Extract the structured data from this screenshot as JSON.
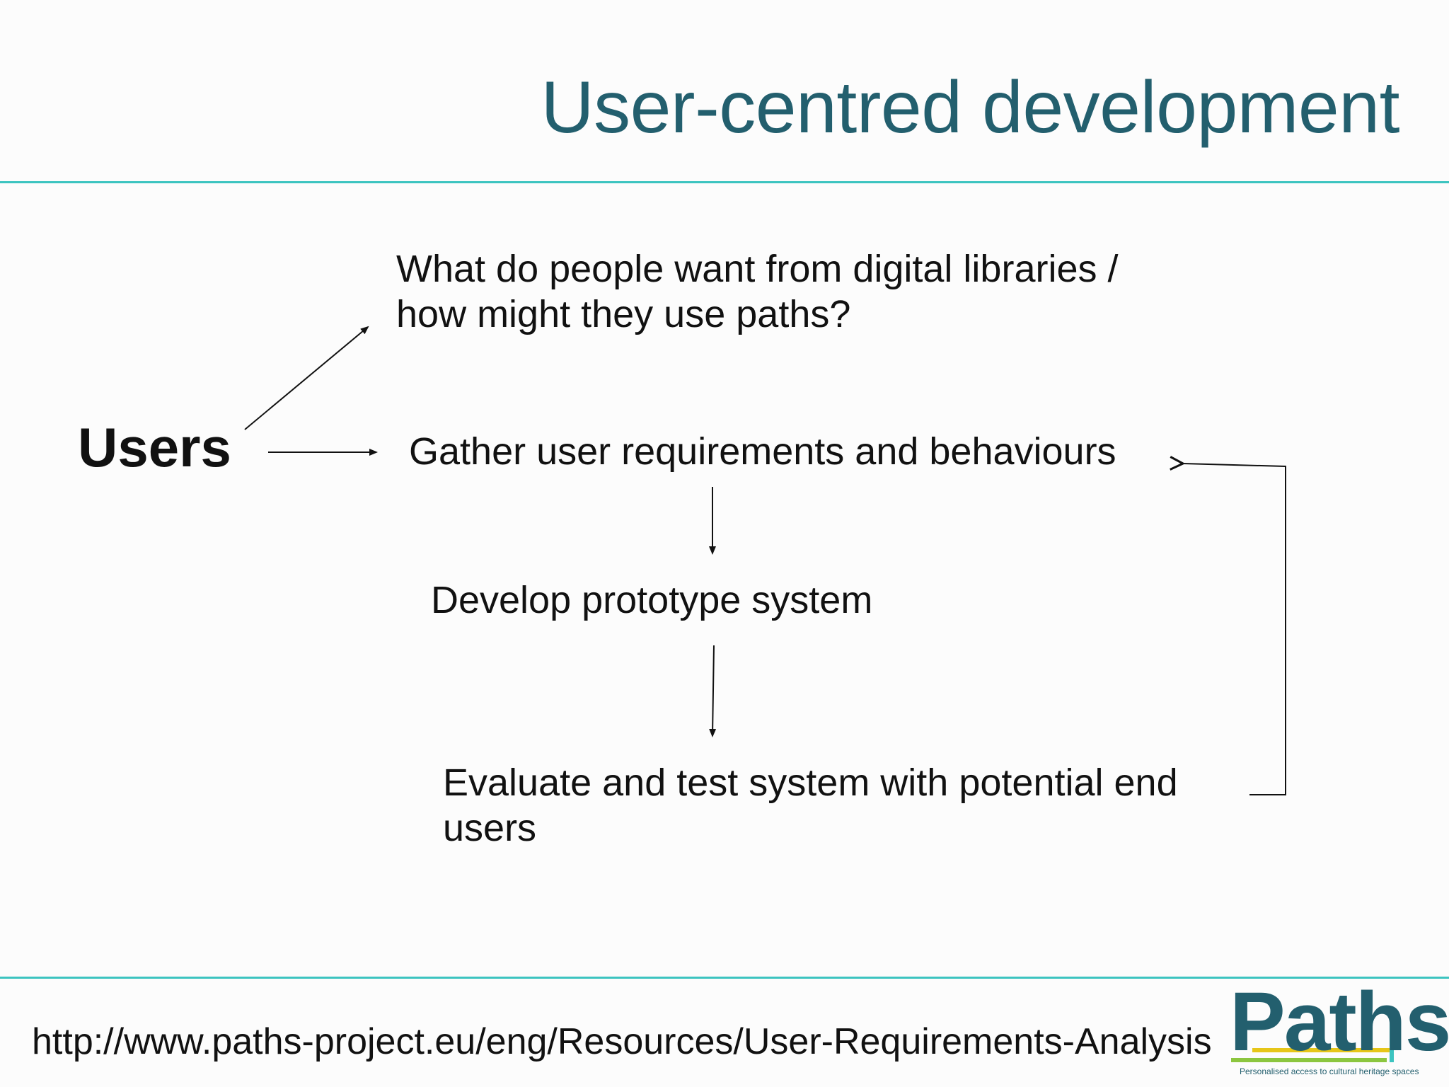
{
  "slide": {
    "title": "User-centred development",
    "users_label": "Users",
    "question_line1": "What do people want from digital libraries /",
    "question_line2": "how might they use paths?",
    "gather": "Gather user requirements and behaviours",
    "develop": "Develop prototype system",
    "evaluate_line1": "Evaluate and test system with potential end",
    "evaluate_line2": "users",
    "url": "http://www.paths-project.eu/eng/Resources/User-Requirements-Analysis"
  },
  "logo": {
    "word": "Paths",
    "tagline": "Personalised access to cultural heritage spaces"
  },
  "colors": {
    "title": "#235f6e",
    "rule": "#3cc4c0",
    "text": "#111111"
  }
}
